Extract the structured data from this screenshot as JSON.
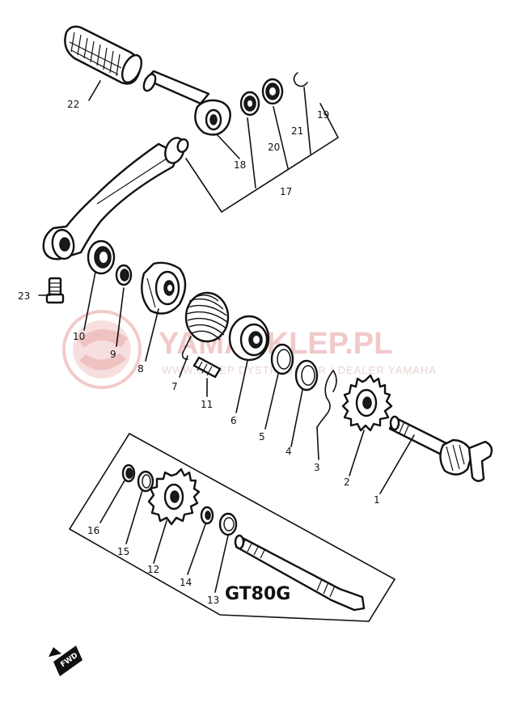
{
  "watermark": {
    "title": "YAMASKLEP.PL",
    "subtitle": "WWW.SKLEP DYSTRYBUTOR / DEALER YAMAHA",
    "logo_color": "#e8a0a0"
  },
  "box_label": "GT80G",
  "fwd_label": "FWD",
  "callouts": [
    {
      "id": "1",
      "text": "1"
    },
    {
      "id": "2",
      "text": "2"
    },
    {
      "id": "3",
      "text": "3"
    },
    {
      "id": "4",
      "text": "4"
    },
    {
      "id": "5",
      "text": "5"
    },
    {
      "id": "6",
      "text": "6"
    },
    {
      "id": "7",
      "text": "7"
    },
    {
      "id": "8",
      "text": "8"
    },
    {
      "id": "9",
      "text": "9"
    },
    {
      "id": "10",
      "text": "10"
    },
    {
      "id": "11",
      "text": "11"
    },
    {
      "id": "12",
      "text": "12"
    },
    {
      "id": "13",
      "text": "13"
    },
    {
      "id": "14",
      "text": "14"
    },
    {
      "id": "15",
      "text": "15"
    },
    {
      "id": "16",
      "text": "16"
    },
    {
      "id": "17",
      "text": "17"
    },
    {
      "id": "18",
      "text": "18"
    },
    {
      "id": "19",
      "text": "19"
    },
    {
      "id": "20",
      "text": "20"
    },
    {
      "id": "21",
      "text": "21"
    },
    {
      "id": "22",
      "text": "22"
    },
    {
      "id": "23",
      "text": "23"
    }
  ],
  "colors": {
    "ink": "#111111",
    "paper": "#ffffff",
    "watermark": "#f1c9c9"
  }
}
